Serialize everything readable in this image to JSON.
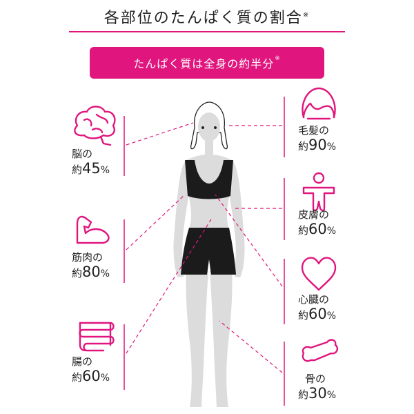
{
  "title": {
    "text": "各部位のたんぱく質の割合",
    "mark": "※"
  },
  "banner": {
    "text": "たんぱく質は全身の約半分",
    "mark": "※"
  },
  "about_prefix": "約",
  "percent_sign": "%",
  "parts": {
    "brain": {
      "name": "脳の",
      "value": "45",
      "icon": "brain-icon"
    },
    "muscle": {
      "name": "筋肉の",
      "value": "80",
      "icon": "flexed-arm-icon"
    },
    "gut": {
      "name": "腸の",
      "value": "60",
      "icon": "intestine-icon"
    },
    "hair": {
      "name": "毛髪の",
      "value": "90",
      "icon": "hair-head-icon"
    },
    "skin": {
      "name": "皮膚の",
      "value": "60",
      "icon": "person-skin-icon"
    },
    "heart": {
      "name": "心臓の",
      "value": "60",
      "icon": "heart-icon"
    },
    "bone": {
      "name": "骨の",
      "value": "30",
      "icon": "bone-icon"
    }
  },
  "colors": {
    "accent": "#e0167e",
    "figure": "#dcdcdc",
    "clothing": "#1b1b1b"
  }
}
